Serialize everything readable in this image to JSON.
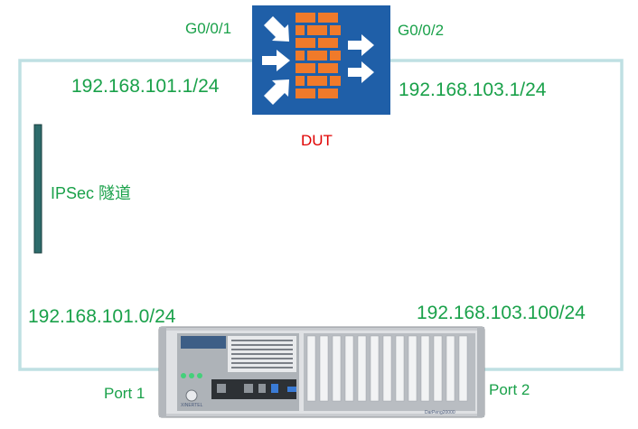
{
  "dut": {
    "name": "DUT",
    "port_in": "G0/0/1",
    "port_out": "G0/0/2",
    "ip_in": "192.168.101.1/24",
    "ip_out": "192.168.103.1/24",
    "icon": "firewall-icon"
  },
  "tunnel": {
    "label": "IPSec 隧道"
  },
  "tester": {
    "port1_label": "Port 1",
    "port2_label": "Port 2",
    "ip_port1": "192.168.101.0/24",
    "ip_port2": "192.168.103.100/24",
    "brand_text": "XINERTEL",
    "model_text": "DarPeng20000",
    "icon": "network-tester-chassis-icon"
  },
  "colors": {
    "label_green": "#1aa14a",
    "dut_red": "#e00000",
    "link_line": "#bfe0e3",
    "firewall_bg": "#1f5fa8",
    "firewall_brick": "#f07a2a",
    "tunnel_bar": "#2e6b6b"
  }
}
